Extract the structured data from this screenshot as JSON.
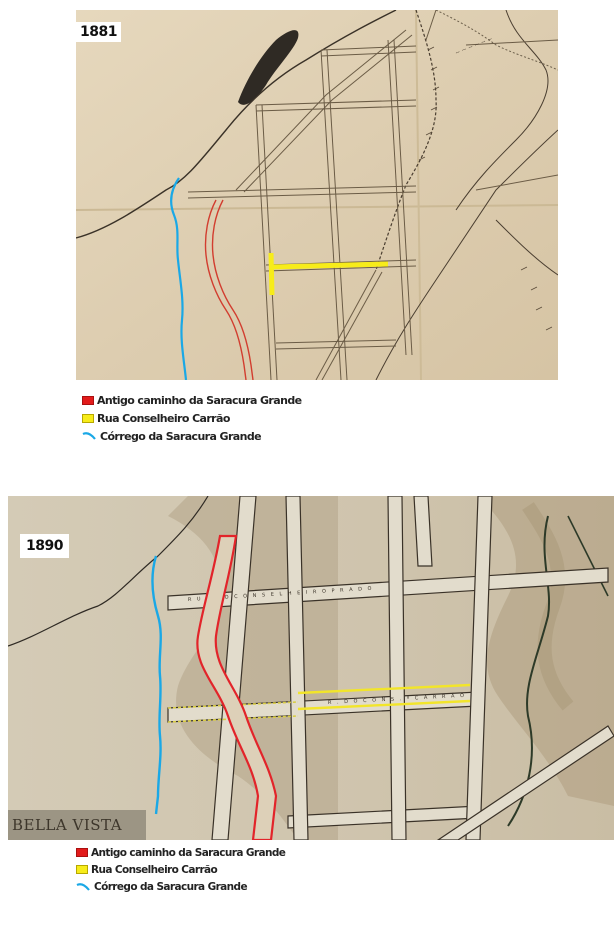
{
  "maps": [
    {
      "year": "1881",
      "legend": [
        {
          "label": "Antigo caminho da Saracura Grande",
          "symbol": "red-square",
          "color": "#e21b1b"
        },
        {
          "label": "Rua Conselheiro Carrão",
          "symbol": "yellow-square",
          "color": "#f7ec1a"
        },
        {
          "label": "Córrego da Saracura Grande",
          "symbol": "blue-line",
          "color": "#1aa8e6"
        }
      ]
    },
    {
      "year": "1890",
      "place_label": "BELLA VISTA",
      "legend": [
        {
          "label": "Antigo caminho da Saracura Grande",
          "symbol": "red-square",
          "color": "#e21b1b"
        },
        {
          "label": "Rua Conselheiro Carrão",
          "symbol": "yellow-square",
          "color": "#f7ec1a"
        },
        {
          "label": "Córrego da Saracura Grande",
          "symbol": "blue-line",
          "color": "#1aa8e6"
        }
      ]
    }
  ]
}
